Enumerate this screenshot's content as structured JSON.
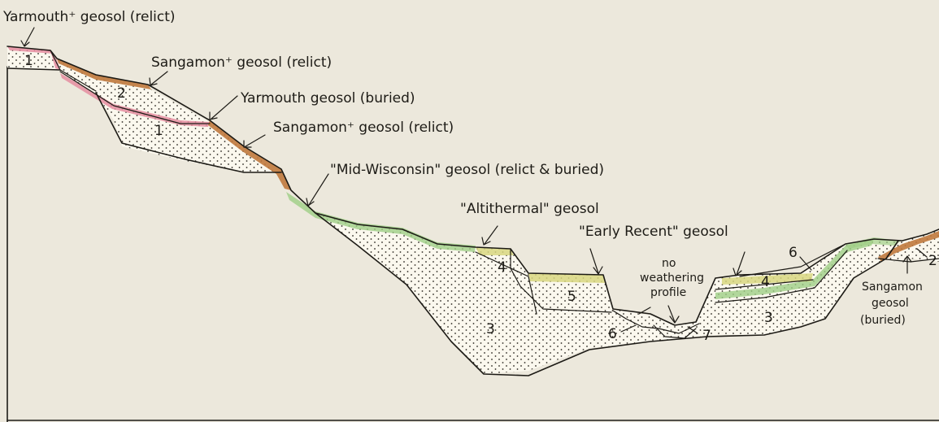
{
  "colors": {
    "paper": "#ece8dc",
    "ink": "#1d1b16",
    "yarmouth": "#e58da0",
    "sangamon": "#c0793d",
    "mid_wisconsin": "#9fce86",
    "altithermal": "#d8d780",
    "fill_dots": "#fbf8ee"
  },
  "labels": {
    "yarmouth_relict": "Yarmouth⁺ geosol (relict)",
    "sangamon_relict_1": "Sangamon⁺ geosol (relict)",
    "yarmouth_buried": "Yarmouth geosol (buried)",
    "sangamon_relict_2": "Sangamon⁺ geosol (relict)",
    "mid_wisconsin": "\"Mid-Wisconsin\" geosol (relict & buried)",
    "altithermal": "\"Altithermal\" geosol",
    "early_recent": "\"Early Recent\" geosol",
    "no_weathering_line1": "no",
    "no_weathering_line2": "weathering",
    "no_weathering_line3": "profile",
    "sangamon_buried_line1": "Sangamon",
    "sangamon_buried_line2": "geosol",
    "sangamon_buried_line3": "(buried)"
  },
  "units": {
    "u1_top": "1",
    "u2": "2",
    "u1_mid": "1",
    "u3_left": "3",
    "u4_left": "4",
    "u5": "5",
    "u6_bottom": "6",
    "u7": "7",
    "u6_right": "6",
    "u4_right": "4",
    "u3_right": "3",
    "u2_right": "2"
  }
}
